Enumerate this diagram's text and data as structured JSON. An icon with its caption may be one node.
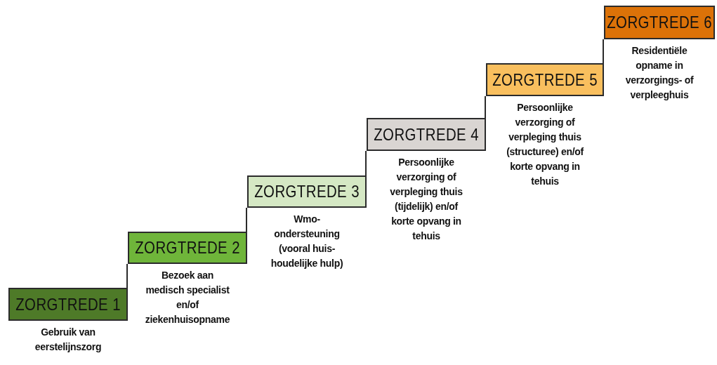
{
  "diagram": {
    "nodes": [
      {
        "text": [
          "ZORGTREDE 1"
        ],
        "beside": [
          "Gebruik van eerstelijnszorg"
        ]
      },
      {
        "text": [
          "ZORGTREDE 2"
        ],
        "beside": [
          "Bezoek aan medisch specialist en/of ziekenhuisopname"
        ]
      },
      {
        "text": [
          "ZORGTREDE 3"
        ],
        "beside": [
          "Wmo-ondersteuning (vooral huis-houdelijke hulp)"
        ]
      },
      {
        "text": [
          "ZORGTREDE 4"
        ],
        "beside": [
          "Persoonlijke verzorging of verpleging thuis (tijdelijk) en/of korte opvang in tehuis"
        ]
      },
      {
        "text": [
          "ZORGTREDE 5"
        ],
        "beside": [
          "Persoonlijke verzorging of verpleging thuis (structuree) en/of korte opvang in tehuis"
        ]
      },
      {
        "text": [
          "ZORGTREDE 6"
        ],
        "beside": [
          "Residentiële opname in verzorgings- of verpleeghuis"
        ]
      }
    ],
    "edges": [
      {
        "from": 0,
        "to": 1,
        "arrow": "none"
      },
      {
        "from": 1,
        "to": 2,
        "arrow": "none"
      },
      {
        "from": 2,
        "to": 3,
        "arrow": "none"
      },
      {
        "from": 3,
        "to": 4,
        "arrow": "none"
      },
      {
        "from": 4,
        "to": 5,
        "arrow": "none"
      }
    ]
  }
}
